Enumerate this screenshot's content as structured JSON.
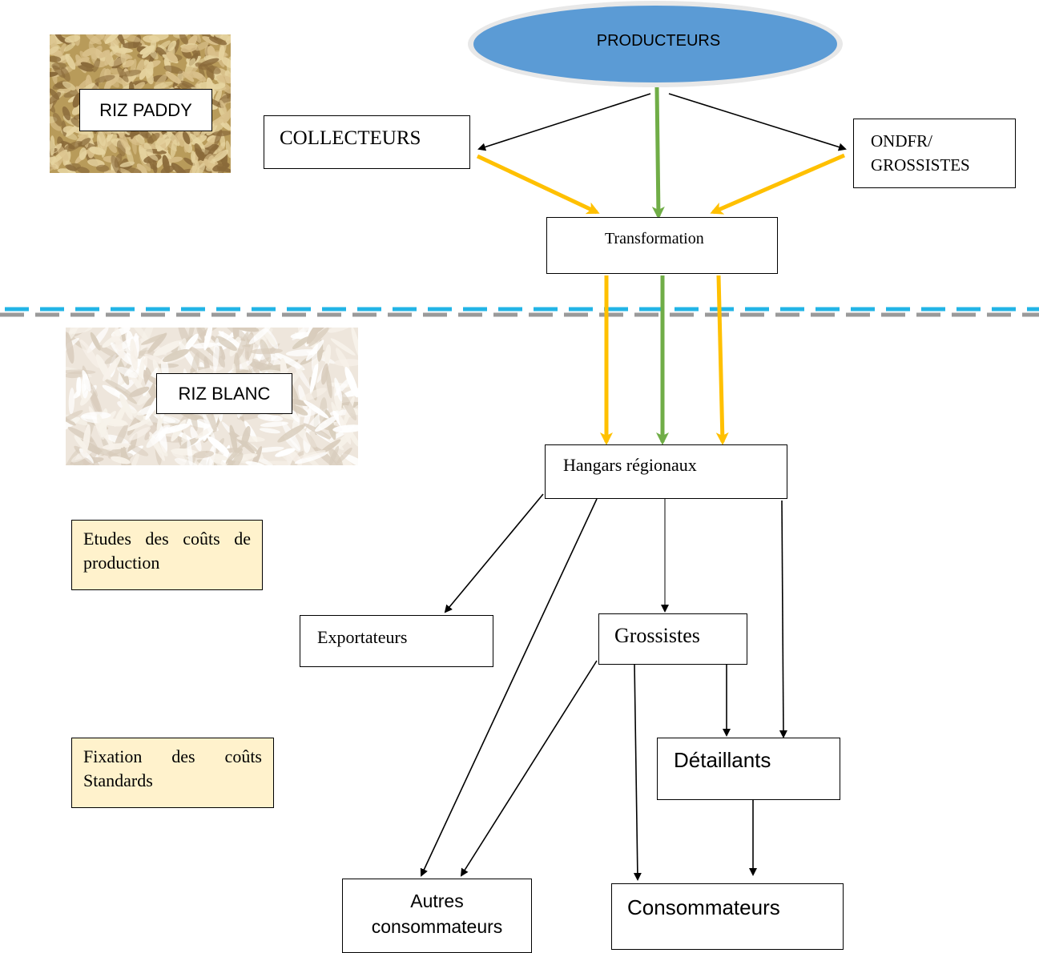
{
  "images": {
    "paddy": {
      "label": "RIZ PADDY",
      "colors": [
        "#b89b5a",
        "#d9c08a",
        "#8a6a3a",
        "#e6d4a0"
      ]
    },
    "blanc": {
      "label": "RIZ BLANC",
      "colors": [
        "#eee6dc",
        "#f7f2ea",
        "#d8ccbc",
        "#ffffff"
      ]
    }
  },
  "nodes": {
    "producteurs": "PRODUCTEURS",
    "collecteurs": "COLLECTEURS",
    "ondfr_line1": "ONDFR/",
    "ondfr_line2": "GROSSISTES",
    "transformation": "Transformation",
    "hangars": "Hangars régionaux",
    "exportateurs": "Exportateurs",
    "grossistes": "Grossistes",
    "detaillants": "Détaillants",
    "autres_line1": "Autres",
    "autres_line2": "consommateurs",
    "consommateurs": "Consommateurs"
  },
  "notes": {
    "etudes": "Etudes des coûts de production",
    "fixation": "Fixation des coûts Standards"
  },
  "colors": {
    "ellipse_fill": "#5b9bd5",
    "ellipse_stroke": "#dddddd",
    "yellow_arrow": "#ffc000",
    "green_arrow": "#70ad47",
    "black_arrow": "#000000",
    "divider_blue": "#22b4e6",
    "divider_gray": "#9a9a9a",
    "note_fill": "#fff2cc"
  }
}
